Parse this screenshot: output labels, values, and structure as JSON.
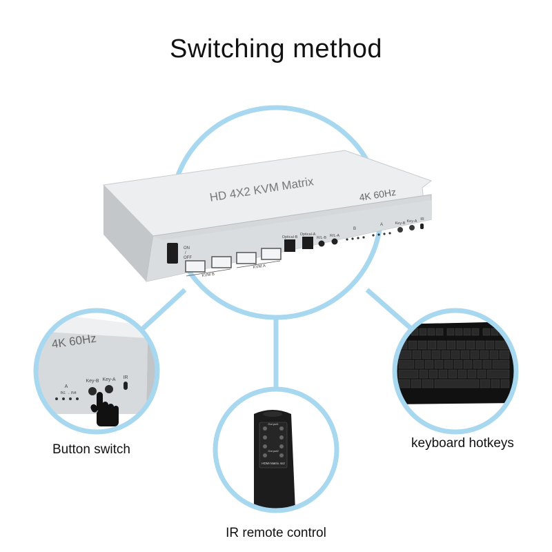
{
  "title": "Switching method",
  "device": {
    "name_label": "HD  4X2 KVM Matrix",
    "resolution_label": "4K 60Hz",
    "power_on": "ON",
    "power_sep": "/",
    "power_off": "OFF",
    "kvm_b": "KVM B",
    "kvm_a": "KVM A",
    "optical_b": "Optical-B",
    "optical_a": "Optical-A",
    "rl_b": "R/L-B",
    "rl_a": "R/L-A",
    "group_b": "B",
    "group_a": "A",
    "key_b": "Key-B",
    "key_a": "Key-A",
    "ir": "IR"
  },
  "zoom": {
    "resolution_label": "4K 60Hz",
    "group_a": "A",
    "route_label": "IN1 → IN4",
    "key_b": "Key-B",
    "key_a": "Key-A",
    "ir": "IR"
  },
  "remote": {
    "out1": "Out put1",
    "out2": "Out put2",
    "model": "HDMI Matrix 4x2"
  },
  "captions": {
    "button": "Button switch",
    "keyboard": "keyboard hotkeys",
    "remote": "IR remote control"
  },
  "colors": {
    "circle": "#a8d8f0",
    "device_body": "#d9dcdf",
    "background": "#ffffff"
  }
}
